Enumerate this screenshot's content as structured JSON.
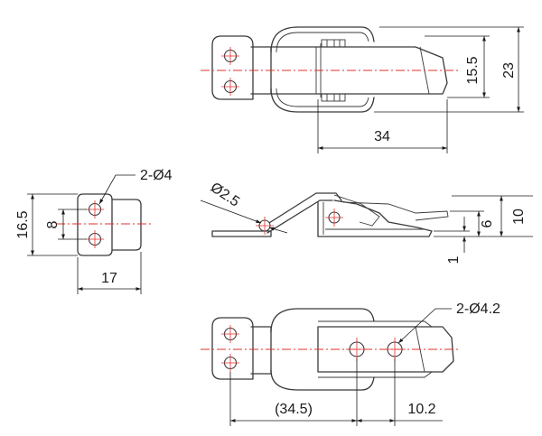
{
  "dimensions": {
    "top_height_inner": "15.5",
    "top_height_outer": "23",
    "top_length": "34",
    "side_height_left": "16.5",
    "side_hole_spacing": "8",
    "side_holes": "2-Ø4",
    "side_width": "17",
    "pin_diameter": "Ø2.5",
    "profile_height": "10",
    "profile_step": "6",
    "profile_thickness": "1",
    "bottom_holes": "2-Ø4.2",
    "bottom_length": "(34.5)",
    "bottom_hole_spacing": "10.2"
  },
  "colors": {
    "outline": "#3a3a3a",
    "centerline": "#e0302c",
    "dimension": "#1a1a1a"
  }
}
